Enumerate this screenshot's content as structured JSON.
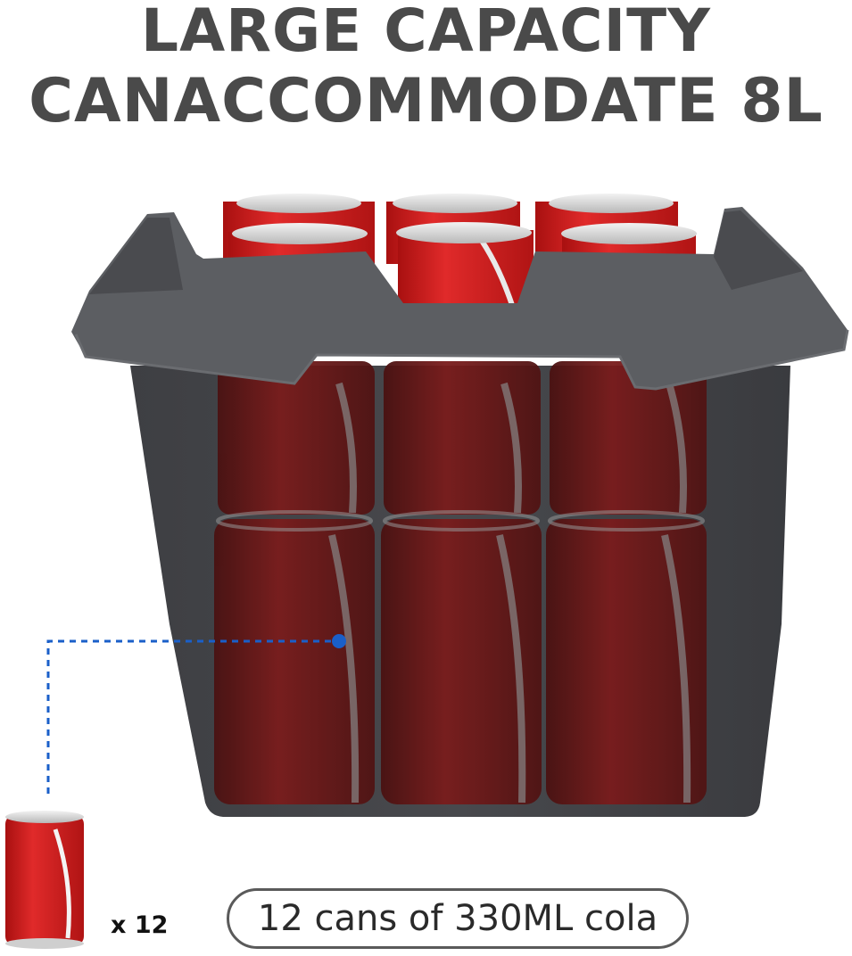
{
  "headline": {
    "line1": "LARGE CAPACITY",
    "line2": "CANACCOMMODATE 8L"
  },
  "product": {
    "cooler_color": "#5a5c60",
    "cooler_dark_color": "#3a3b3e",
    "can_color": "#d62020",
    "inner_can_color": "#6e1a1a",
    "dashed_line_color": "#1a5fc9"
  },
  "quantity": {
    "multiplier_label": "x 12"
  },
  "caption": {
    "text": "12 cans of 330ML cola"
  }
}
